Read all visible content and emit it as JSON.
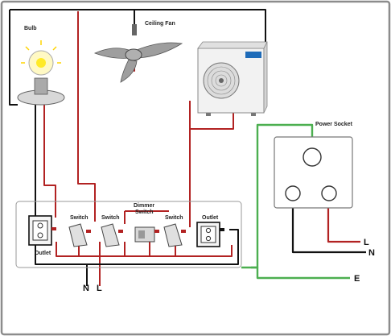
{
  "diagram": {
    "labels": {
      "bulb": "Bulb",
      "ceiling_fan": "Ceiling Fan",
      "power_socket": "Power Socket",
      "outlet_left": "Outlet",
      "switch_1": "Switch",
      "switch_2": "Switch",
      "dimmer_line1": "Dimmer",
      "dimmer_line2": "Switch",
      "switch_3": "Switch",
      "outlet_right": "Outlet",
      "neutral_bottom": "N",
      "line_bottom": "L",
      "line_socket": "L",
      "neutral_socket": "N",
      "earth": "E"
    },
    "colors": {
      "live_wire": "#b22222",
      "neutral_wire": "#111111",
      "earth_wire": "#4caf50",
      "frame": "#9a9a9a"
    }
  }
}
